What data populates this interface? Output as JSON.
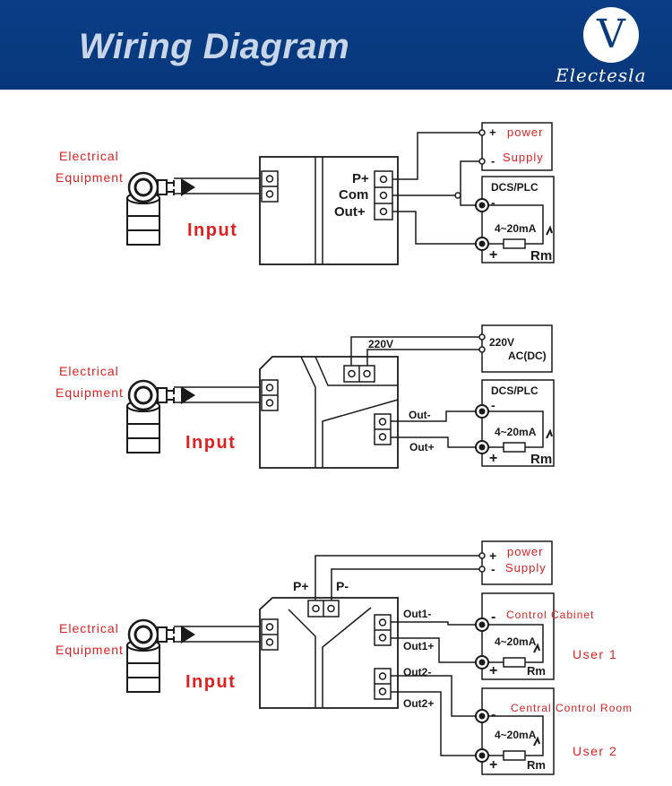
{
  "header": {
    "title": "Wiring Diagram",
    "logo_letter": "V",
    "brand": "Electesla"
  },
  "common": {
    "equipment_line1": "Electrical",
    "equipment_line2": "Equipment",
    "input": "Input",
    "dcs": "DCS/PLC",
    "range": "4~20mA",
    "rm": "Rm",
    "minus": "-",
    "plus": "+"
  },
  "diagram1": {
    "p_plus": "P+",
    "com": "Com",
    "out_plus": "Out+",
    "supply_plus": "+",
    "supply_minus": "-",
    "power": "power",
    "supply": "Supply"
  },
  "diagram2": {
    "v220": "220V",
    "supply_v": "220V",
    "supply_type": "AC(DC)",
    "out_minus": "Out-",
    "out_plus": "Out+"
  },
  "diagram3": {
    "p_plus": "P+",
    "p_minus": "P-",
    "supply_plus": "+",
    "supply_minus": "-",
    "power": "power",
    "supply": "Supply",
    "out1_minus": "Out1-",
    "out1_plus": "Out1+",
    "out2_minus": "Out2-",
    "out2_plus": "Out2+",
    "control_cabinet": "Control Cabinet",
    "central_room": "Central Control Room",
    "user1": "User  1",
    "user2": "User  2"
  }
}
